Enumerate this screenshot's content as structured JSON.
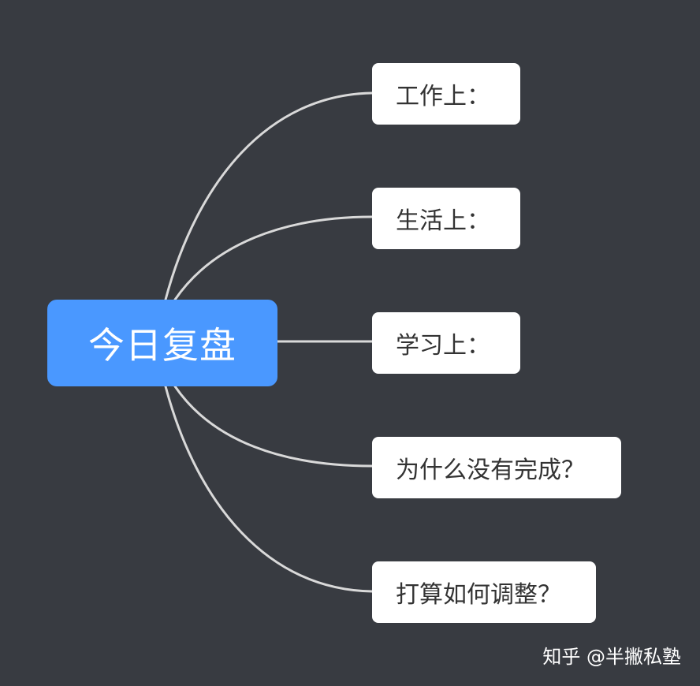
{
  "root": {
    "label": "今日复盘",
    "color": "#4a98ff"
  },
  "children": [
    {
      "label": "工作上："
    },
    {
      "label": "生活上："
    },
    {
      "label": "学习上："
    },
    {
      "label": "为什么没有完成？"
    },
    {
      "label": "打算如何调整？"
    }
  ],
  "watermark": {
    "text": "知乎 @半撇私塾"
  },
  "colors": {
    "background": "#383b41",
    "link": "#d9d9d9",
    "child_node": "#ffffff",
    "child_text": "#333333"
  }
}
